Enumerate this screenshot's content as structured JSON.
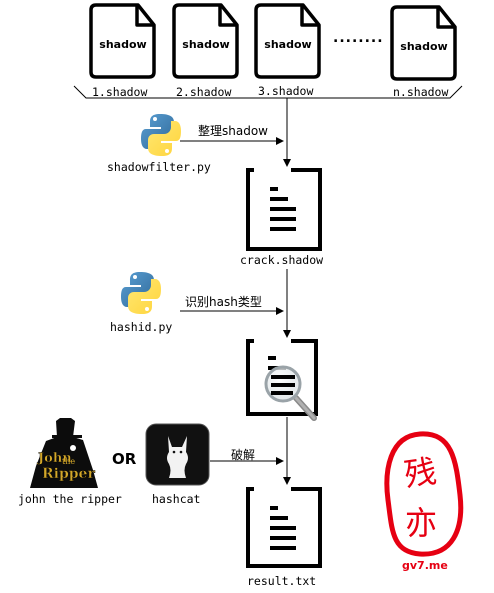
{
  "shadow_files": [
    {
      "icon_label": "shadow",
      "caption": "1.shadow"
    },
    {
      "icon_label": "shadow",
      "caption": "2.shadow"
    },
    {
      "icon_label": "shadow",
      "caption": "3.shadow"
    },
    {
      "icon_label": "shadow",
      "caption": "n.shadow"
    }
  ],
  "ellipsis": "........",
  "steps": {
    "filter_label": "整理shadow",
    "filter_tool": "shadowfilter.py",
    "crack_file": "crack.shadow",
    "hashid_label": "识别hash类型",
    "hashid_tool": "hashid.py",
    "crack_label": "破解",
    "john_tool": "john the ripper",
    "or_text": "OR",
    "hashcat_tool": "hashcat",
    "result_file": "result.txt"
  },
  "john_logo": {
    "line1": "John",
    "line2": "the",
    "line3": "Ripper"
  },
  "watermark": {
    "char1": "残",
    "char2": "亦",
    "domain": "gv7.me"
  },
  "colors": {
    "python_blue": "#3b77a8",
    "python_yellow": "#ffd43b",
    "stamp_red": "#e60012"
  }
}
